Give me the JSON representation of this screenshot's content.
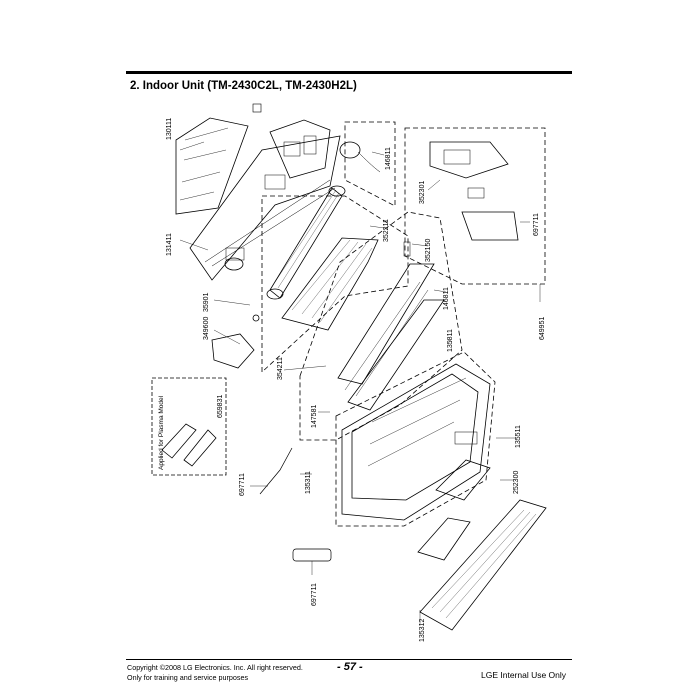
{
  "header": {
    "title": "2. Indoor Unit (TM-2430C2L, TM-2430H2L)"
  },
  "footer": {
    "copyright": "Copyright ©2008 LG Electronics. Inc. All right reserved.",
    "usage": "Only for training and service purposes",
    "page_number": "- 57 -",
    "classification": "LGE Internal Use Only"
  },
  "diagram": {
    "inset_caption": "Applied for Plasma Model",
    "part_labels": {
      "p130": "130111",
      "p131": "131411",
      "p352a": "35901",
      "p349": "349600",
      "p468a": "146811",
      "p352b": "352211",
      "p352c": "352150",
      "p468b": "146811",
      "p359": "135811",
      "p354": "354211",
      "p147": "147581",
      "p135a": "135311",
      "p526": "352301",
      "p697a": "697711",
      "p697b": "697711",
      "p649": "649951",
      "p135b": "135511",
      "p252": "252300",
      "p135c": "135312",
      "p659": "659831",
      "p697c": "697711"
    }
  }
}
